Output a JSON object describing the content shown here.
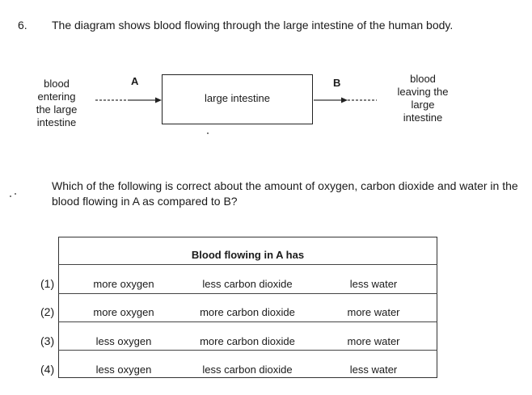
{
  "question": {
    "number": "6.",
    "text": "The diagram shows blood flowing through the large intestine of the human body."
  },
  "diagram": {
    "left_label": "blood\nentering\nthe large\nintestine",
    "right_label": "blood\nleaving the\nlarge\nintestine",
    "box_label": "large intestine",
    "point_a": "A",
    "point_b": "B"
  },
  "prompt": "Which of the following is correct about the amount of oxygen, carbon dioxide and water in the blood flowing in A as compared to B?",
  "table": {
    "header": "Blood flowing in A has",
    "rows": [
      {
        "option": "(1)",
        "oxygen": "more oxygen",
        "carbon_dioxide": "less carbon dioxide",
        "water": "less water"
      },
      {
        "option": "(2)",
        "oxygen": "more oxygen",
        "carbon_dioxide": "more carbon dioxide",
        "water": "more water"
      },
      {
        "option": "(3)",
        "oxygen": "less oxygen",
        "carbon_dioxide": "more carbon dioxide",
        "water": "more water"
      },
      {
        "option": "(4)",
        "oxygen": "less oxygen",
        "carbon_dioxide": "less carbon dioxide",
        "water": "less water"
      }
    ]
  }
}
